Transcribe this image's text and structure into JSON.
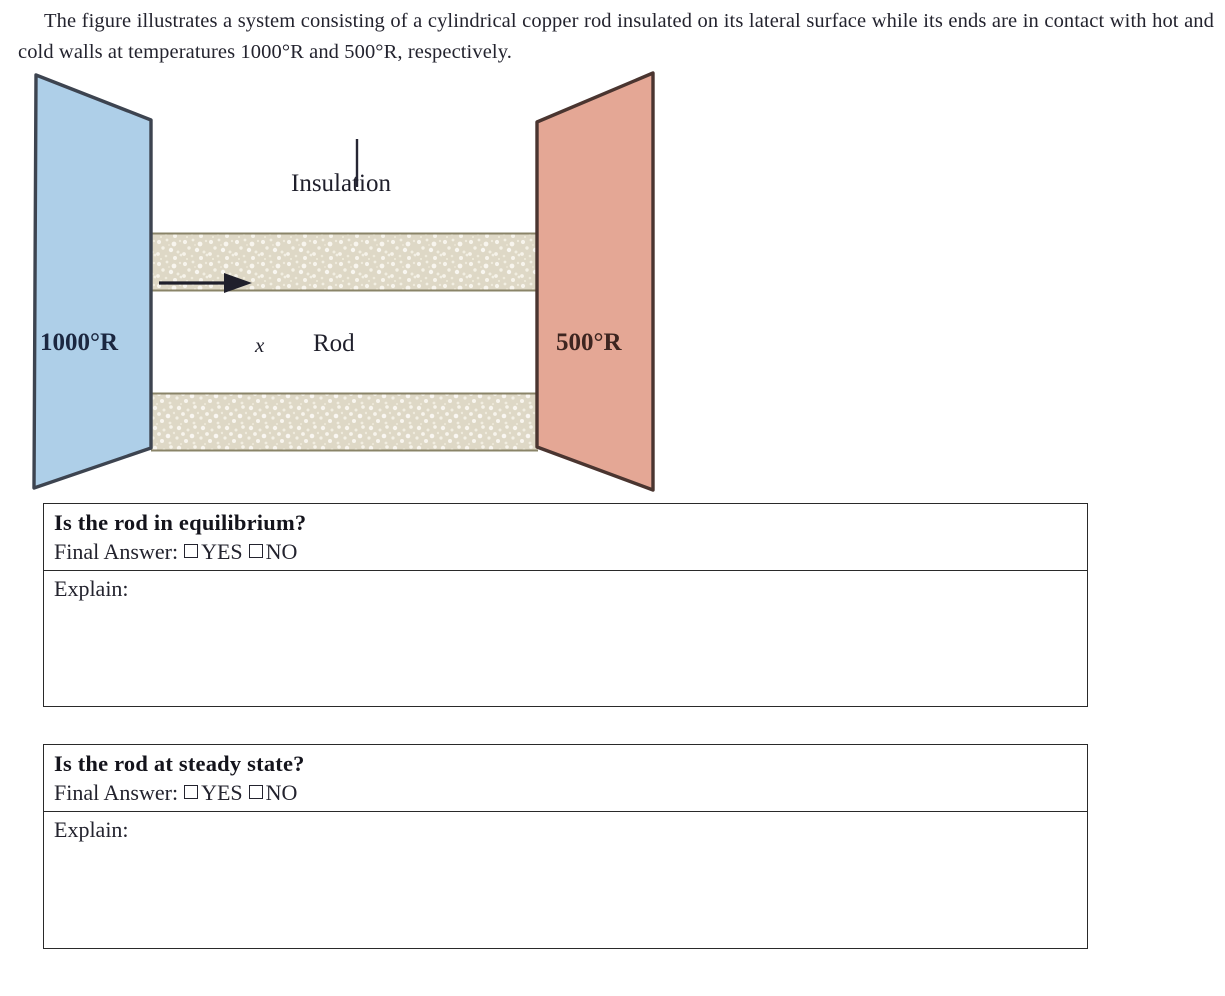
{
  "intro": {
    "text": "The figure illustrates a system consisting of a cylindrical copper rod insulated on its lateral surface while its ends are in contact with hot and cold walls at temperatures 1000°R and 500°R, respectively."
  },
  "figure": {
    "hot_wall_label": "1000°R",
    "cold_wall_label": "500°R",
    "insulation_label": "Insulation",
    "rod_label": "Rod",
    "axis_label": "x",
    "colors": {
      "hot_wall_fill": "#aecfe8",
      "hot_wall_stroke": "#3d4450",
      "cold_wall_fill": "#e4a795",
      "cold_wall_stroke": "#4a3530",
      "insulation_fill": "#ded8c6",
      "insulation_speckle": "#f6f3e9",
      "insulation_stroke": "#8a8468",
      "arrow_color": "#1f1f2b"
    }
  },
  "questions": [
    {
      "title": "Is the rod in equilibrium?",
      "answer_prefix": "Final Answer:",
      "options": [
        "YES",
        "NO"
      ],
      "explain_label": "Explain:",
      "explain_value": ""
    },
    {
      "title": "Is the rod at steady state?",
      "answer_prefix": "Final Answer:",
      "options": [
        "YES",
        "NO"
      ],
      "explain_label": "Explain:",
      "explain_value": ""
    }
  ]
}
